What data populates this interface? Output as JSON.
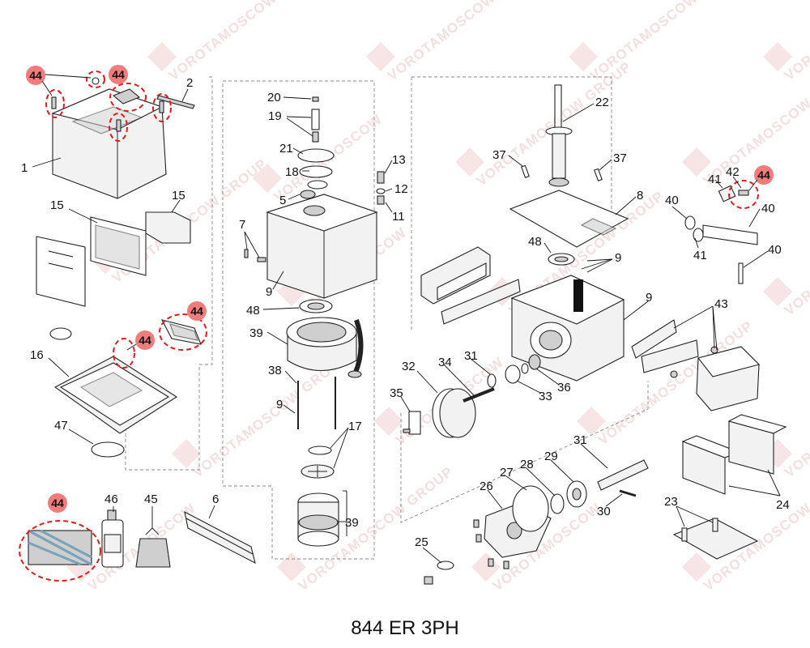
{
  "title": "844 ER 3PH",
  "watermark": {
    "text": "VOROTAMOSCOW",
    "subtext": "GROUP"
  },
  "highlight_badge": "44",
  "callouts": {
    "c1": "1",
    "c2": "2",
    "c15a": "15",
    "c15b": "15",
    "c16": "16",
    "c47": "47",
    "c46": "46",
    "c45": "45",
    "c6": "6",
    "c20": "20",
    "c19": "19",
    "c21": "21",
    "c18": "18",
    "c5": "5",
    "c13": "13",
    "c12": "12",
    "c11": "11",
    "c7": "7",
    "c9a": "9",
    "c48a": "48",
    "c39a": "39",
    "c38": "38",
    "c9b": "9",
    "c17": "17",
    "c39b": "39",
    "c22": "22",
    "c37a": "37",
    "c37b": "37",
    "c8": "8",
    "c48b": "48",
    "c9c": "9",
    "c9d": "9",
    "c42": "42",
    "c41a": "41",
    "c40a": "40",
    "c40b": "40",
    "c41b": "41",
    "c40c": "40",
    "c43": "43",
    "c32": "32",
    "c34": "34",
    "c31a": "31",
    "c33": "33",
    "c36": "36",
    "c35": "35",
    "c31b": "31",
    "c29": "29",
    "c28": "28",
    "c27": "27",
    "c26": "26",
    "c30": "30",
    "c25": "25",
    "c23": "23",
    "c24": "24"
  }
}
